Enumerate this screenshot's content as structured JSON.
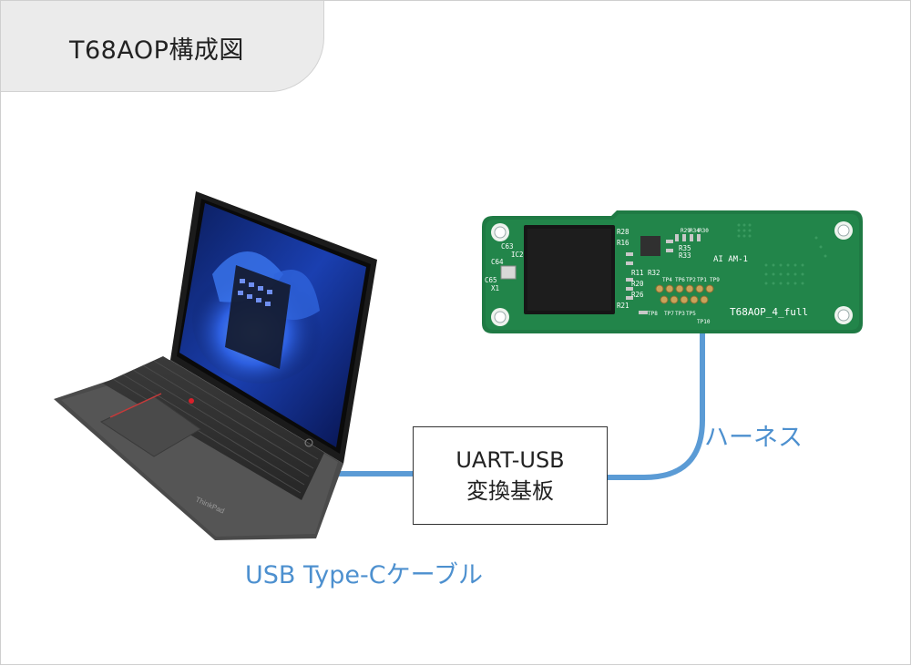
{
  "title": "T68AOP構成図",
  "converter_box": {
    "line1": "UART-USB",
    "line2": "変換基板"
  },
  "labels": {
    "usb_cable": "USB Type-Cケーブル",
    "harness": "ハーネス"
  },
  "board": {
    "part_labels": [
      "R28",
      "R16",
      "C63",
      "IC2",
      "C64",
      "C65",
      "X1",
      "R11",
      "R32",
      "R20",
      "R26",
      "R21",
      "R35",
      "R33",
      "R29",
      "R34",
      "R30",
      "TP4",
      "TP6",
      "TP2",
      "TP1",
      "TP9",
      "TP8",
      "TP7",
      "TP3",
      "TP5",
      "TP10"
    ],
    "marking_1": "AI AM-1",
    "marking_2": "T68AOP_4_full"
  },
  "laptop": {
    "brand": "ThinkPad"
  },
  "colors": {
    "cable": "#5b9bd5",
    "label_blue": "#4d90cf",
    "pcb_green": "#1f7a44",
    "tab_bg": "#ebebeb"
  }
}
